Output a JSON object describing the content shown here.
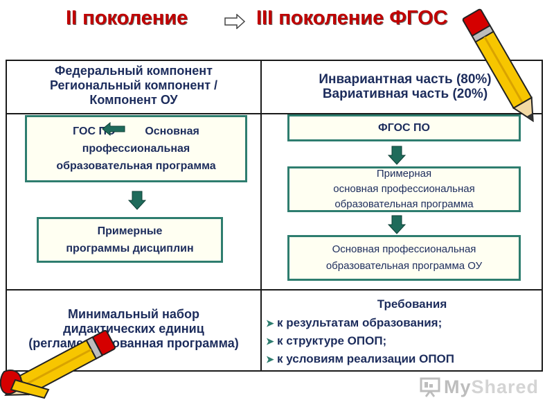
{
  "title": {
    "left": "II поколение",
    "right": "III поколение ФГОС"
  },
  "table": {
    "header_left": {
      "line1": "Федеральный компонент",
      "line2": "Региональный компонент /",
      "line3": "Компонент ОУ"
    },
    "header_right": {
      "line1": "Инвариантная часть (80%)",
      "line2": "Вариативная часть (20%)"
    },
    "left_boxes": {
      "gos": {
        "line1_a": "ГОС ПО",
        "line1_b": "Основная",
        "line2": "профессиональная",
        "line3": "образовательная программа"
      },
      "sample_programs": {
        "line1": "Примерные",
        "line2": "программы дисциплин"
      }
    },
    "right_boxes": {
      "fgos": "ФГОС ПО",
      "sample_main": {
        "line1": "Примерная",
        "line2": "основная профессиональная",
        "line3": "образовательная программа"
      },
      "main_ou": {
        "line1": "Основная профессиональная",
        "line2": "образовательная программа ОУ"
      }
    },
    "bottom_left": {
      "line1": "Минимальный набор",
      "line2": "дидактических единиц",
      "line3": "(регламентированная программа)"
    },
    "bottom_right": {
      "title": "Требования",
      "items": [
        "к результатам образования;",
        "к структуре ОПОП;",
        "к условиям реализации ОПОП"
      ]
    }
  },
  "watermark": {
    "text_my": "My",
    "text_rest": "Shared"
  },
  "colors": {
    "title": "#c00000",
    "text": "#1c2c5c",
    "box_border": "#2e7d6f",
    "box_fill": "#fffff2",
    "arrow": "#1f6b5b",
    "pencil_body": "#f7c600",
    "pencil_tip": "#d50000"
  },
  "icons": {
    "title_arrow": "right-arrow-icon",
    "inline_arrow": "left-arrow-icon",
    "down_arrows": "down-arrow-icon",
    "bullets": "arrowhead-bullet-icon",
    "decor": "pencil-icon",
    "logo": "projector-logo-icon"
  }
}
